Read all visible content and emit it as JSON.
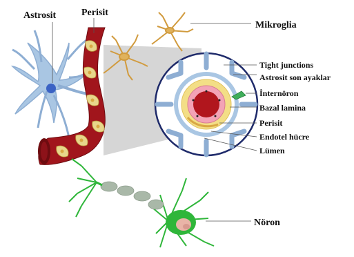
{
  "labels": {
    "astrosit": "Astrosit",
    "perisit_top": "Perisit",
    "mikroglia": "Mikroglia",
    "tight_junctions": "Tight junctions",
    "astrosit_son_ayaklar": "Astrosit son ayaklar",
    "internoron": "İnternöron",
    "bazal_lamina": "Bazal lamina",
    "perisit": "Perisit",
    "endotel_hucre": "Endotel hücre",
    "lumen": "Lümen",
    "noron": "Nöron"
  },
  "colors": {
    "astrocyte": "#a9c6e3",
    "astrocyte_nucleus": "#3a62c4",
    "vessel": "#a1151c",
    "pericyte": "#e8d68b",
    "microglia": "#e0b25c",
    "neuron": "#2fb63a",
    "axon_myelin": "#a9b8a8",
    "lumen": "#b1161d",
    "basal_lamina": "#f3de86",
    "endothelium": "#f3a3b6",
    "interneuron": "#3fae5a"
  }
}
